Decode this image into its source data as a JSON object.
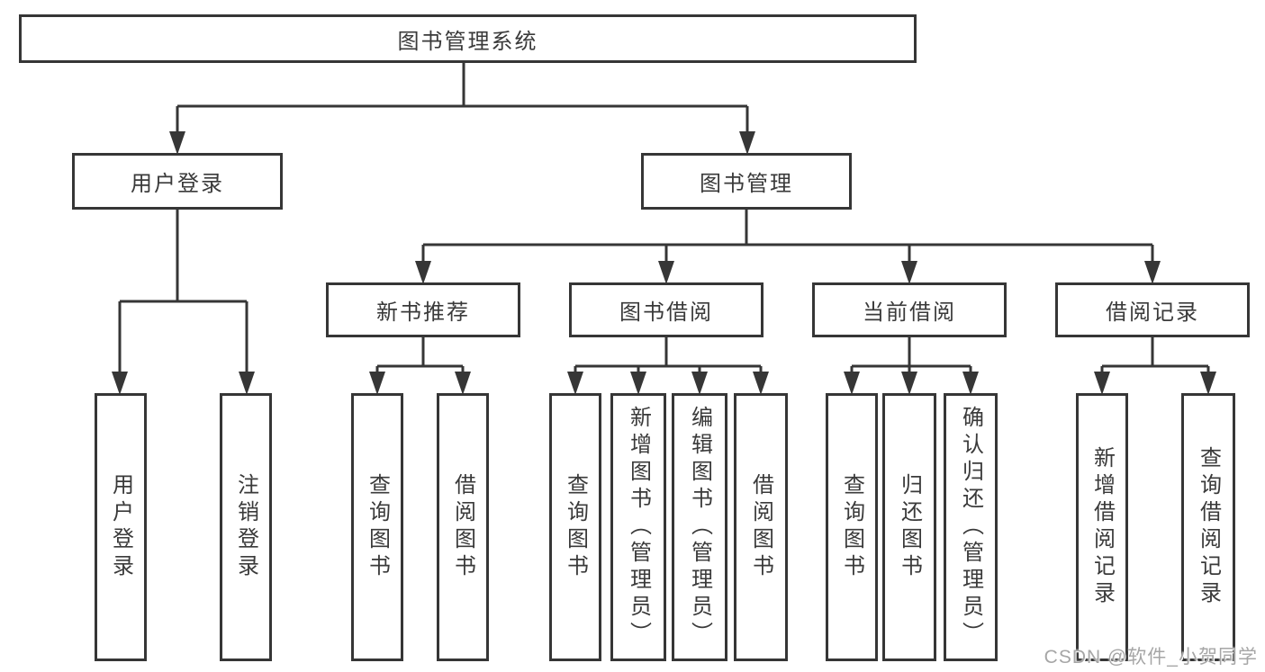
{
  "tree": {
    "root": "图书管理系统",
    "branches": [
      {
        "label": "用户登录",
        "children": [
          "用户登录",
          "注销登录"
        ]
      },
      {
        "label": "图书管理",
        "children": [
          {
            "label": "新书推荐",
            "children": [
              "查询图书",
              "借阅图书"
            ]
          },
          {
            "label": "图书借阅",
            "children": [
              "查询图书",
              "新增图书（管理员）",
              "编辑图书（管理员）",
              "借阅图书"
            ]
          },
          {
            "label": "当前借阅",
            "children": [
              "查询图书",
              "归还图书",
              "确认归还（管理员）"
            ]
          },
          {
            "label": "借阅记录",
            "children": [
              "新增借阅记录",
              "查询借阅记录"
            ]
          }
        ]
      }
    ]
  },
  "watermark": "CSDN @软件_小贺同学",
  "colors": {
    "line": "#363636",
    "text": "#3a3a3a",
    "watermark": "#a6a6a6",
    "background": "#ffffff"
  }
}
